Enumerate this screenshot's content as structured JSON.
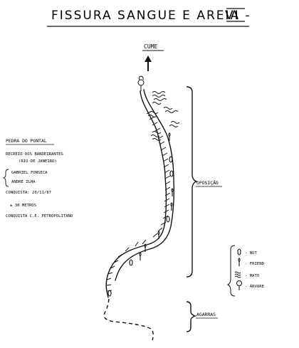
{
  "title": {
    "main": "FISSURA SANGUE E AREIA -",
    "grade": "VI"
  },
  "summit_label": "CUME",
  "info": {
    "place": "PEDRA DO PONTAL",
    "area": "RECREIO DOS BANDEIRANTES",
    "city": "(RIO DE JANEIRO)",
    "climbers": [
      "GABRIEL FONSECA",
      "ANDRÉ ILHA"
    ],
    "conquest_date": "CONQUISTA: 20/11/87",
    "length": "± 30 METROS",
    "club": "CONQUISTA  C.E. PETROPOLITANO"
  },
  "sections": {
    "upper": "OPOSIÇÃO",
    "lower": "AGARRAS"
  },
  "legend": [
    {
      "icon": "nut-icon",
      "label": "NUT"
    },
    {
      "icon": "friend-icon",
      "label": "FRIEND"
    },
    {
      "icon": "mato-icon",
      "label": "MATO"
    },
    {
      "icon": "tree-icon",
      "label": "ÁRVORE"
    }
  ]
}
